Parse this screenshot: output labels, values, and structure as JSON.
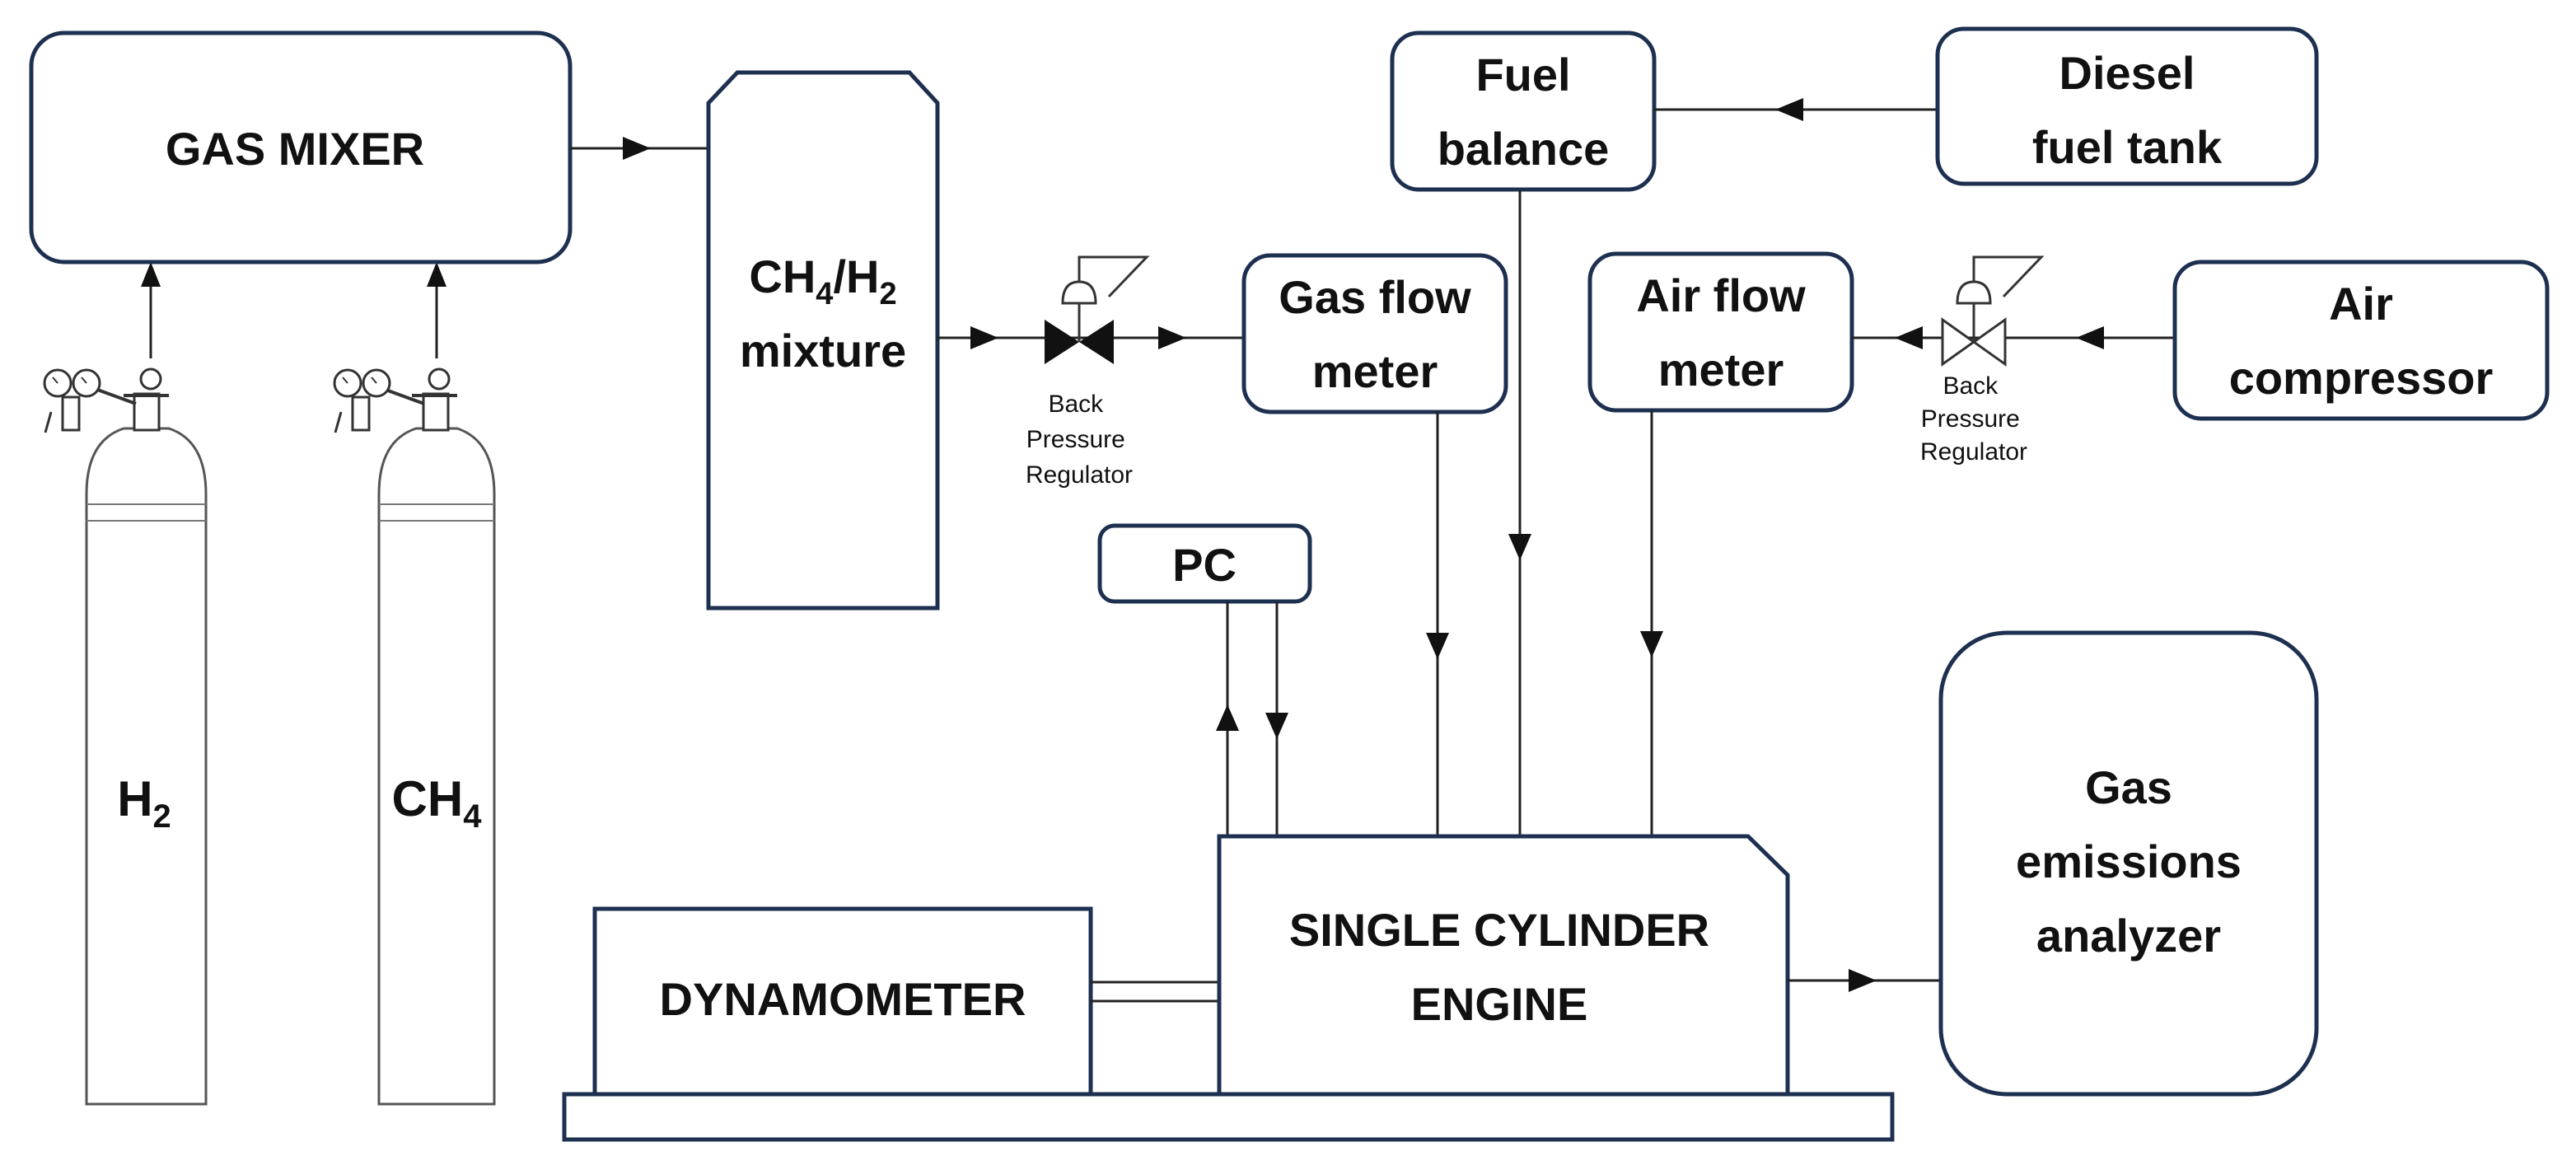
{
  "gas_mixer": {
    "label": "GAS MIXER"
  },
  "mixture_tank": {
    "line1_main": "CH",
    "line1_sub1": "4",
    "line1_mid": "/H",
    "line1_sub2": "2",
    "line2": "mixture"
  },
  "cylinder_h2": {
    "main": "H",
    "sub": "2"
  },
  "cylinder_ch4": {
    "main": "CH",
    "sub": "4"
  },
  "regulator_gas": {
    "line1": "Back",
    "line2": "Pressure",
    "line3": "Regulator"
  },
  "regulator_air": {
    "line1": "Back",
    "line2": "Pressure",
    "line3": "Regulator"
  },
  "gas_flow_meter": {
    "line1": "Gas flow",
    "line2": "meter"
  },
  "fuel_balance": {
    "line1": "Fuel",
    "line2": "balance"
  },
  "diesel_tank": {
    "line1": "Diesel",
    "line2": "fuel tank"
  },
  "air_flow_meter": {
    "line1": "Air flow",
    "line2": "meter"
  },
  "air_compressor": {
    "line1": "Air",
    "line2": "compressor"
  },
  "pc": {
    "label": "PC"
  },
  "engine": {
    "line1": "SINGLE CYLINDER",
    "line2": "ENGINE"
  },
  "dynamometer": {
    "label": "DYNAMOMETER"
  },
  "emissions_analyzer": {
    "line1": "Gas",
    "line2": "emissions",
    "line3": "analyzer"
  }
}
